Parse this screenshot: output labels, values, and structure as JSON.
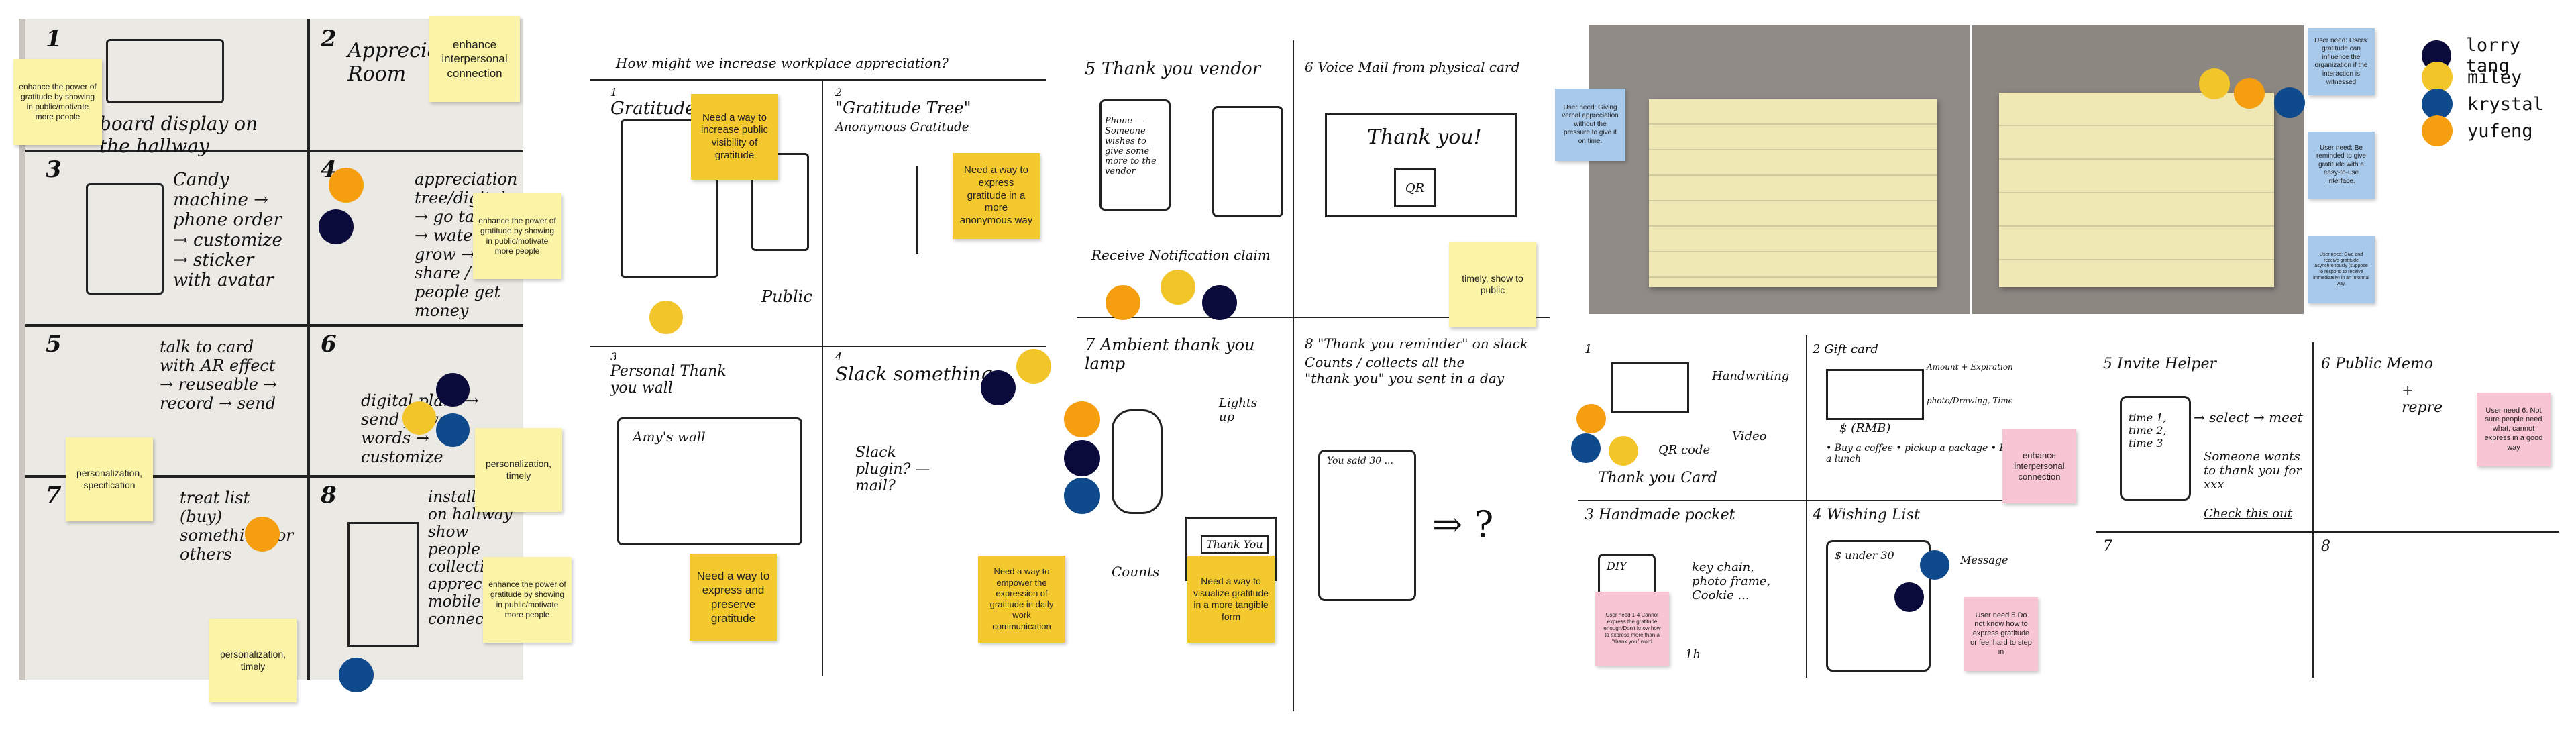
{
  "board": {
    "legend": [
      {
        "name": "lorry tang",
        "color": "#0b0b3b"
      },
      {
        "name": "miley",
        "color": "#f2c52b"
      },
      {
        "name": "krystal",
        "color": "#0f4a8c"
      },
      {
        "name": "yufeng",
        "color": "#f59e10"
      }
    ]
  },
  "panel1": {
    "sketches": [
      {
        "num": "1",
        "text": "board display on the hallway"
      },
      {
        "num": "2",
        "text": "Appreciation Room"
      },
      {
        "num": "3",
        "text": "Candy machine → phone order → customize → sticker with avatar"
      },
      {
        "num": "4",
        "text": "appreciation tree/digital → go talk to → water → grow → share / people get money"
      },
      {
        "num": "5",
        "text": "talk to card with AR effect → reuseable → record → send"
      },
      {
        "num": "6",
        "text": "digital plant → send flower words → customize"
      },
      {
        "num": "7",
        "text": "treat list (buy) something for others"
      },
      {
        "num": "8",
        "text": "installation on hallway show people collective appreciation mobile app connect"
      }
    ],
    "notes": [
      "enhance interpersonal connection",
      "enhance the power of gratitude by showing in public/motivate more people",
      "enhance the power of gratitude by showing in public/motivate more people",
      "personalization, specification",
      "personalization, timely",
      "enhance the power of gratitude by showing in public/motivate more people",
      "personalization, timely"
    ]
  },
  "panel2": {
    "question": "How might we increase workplace appreciation?",
    "cells": [
      {
        "num": "1",
        "title": "Gratitude",
        "extra": "Public"
      },
      {
        "num": "2",
        "title": "\"Gratitude Tree\"",
        "subtitle": "Anonymous Gratitude"
      },
      {
        "num": "3",
        "title": "Personal Thank you wall",
        "extra": "Amy's wall"
      },
      {
        "num": "4",
        "title": "Slack something",
        "extra": "Slack plugin? — mail?"
      }
    ],
    "notes": [
      "Need a way to increase public visibility of gratitude",
      "Need a way to express gratitude in a more anonymous way",
      "Need a way to express and preserve gratitude"
    ]
  },
  "panel3": {
    "cells": [
      {
        "num": "5",
        "title": "Thank you vendor",
        "body": "Phone — Someone wishes to give some more to the vendor",
        "extra": "Receive Notification  claim"
      },
      {
        "num": "6",
        "title": "Voice Mail from physical card",
        "extra": "Thank you!",
        "qr": "QR"
      },
      {
        "num": "7",
        "title": "Ambient thank you lamp",
        "extra": "Lights up",
        "extra2": "Counts",
        "screen": "Thank You"
      },
      {
        "num": "8",
        "title": "\"Thank you reminder\" on slack",
        "body": "Counts / collects all the \"thank you\" you sent in a day",
        "extra": "You said 30 ..."
      }
    ],
    "notes": [
      "timely, show to public",
      "Need a way to empower the expression of gratitude in daily work communication",
      "Need a way to visualize gratitude in a more tangible form"
    ]
  },
  "panel4": {
    "notes": [
      "User need: Giving verbal appreciation without the pressure to give it on time.",
      "User need: Users' gratitude can influence the organization if the interaction is witnessed",
      "User need: Be reminded to give gratitude with a easy-to-use interface.",
      "User need: Give and receive gratitude asynchronously (suppose to respond to receive immediately) in an informal way."
    ]
  },
  "panel5": {
    "cells": [
      {
        "num": "1",
        "title": "Thank you Card",
        "a": "Handwriting",
        "b": "QR code",
        "c": "Video"
      },
      {
        "num": "2",
        "title": "Gift card",
        "a": "Amount + Expiration",
        "b": "photo/Drawing, Time",
        "c": "$ (RMB)",
        "d": "• Buy a coffee  • pickup a package  • Buy a lunch"
      },
      {
        "num": "3",
        "title": "Handmade pocket",
        "a": "DIY",
        "b": "key chain, photo frame, Cookie ...",
        "c": "1h"
      },
      {
        "num": "4",
        "title": "Wishing List",
        "a": "$ under 30",
        "b": "Message"
      }
    ],
    "notes": [
      "enhance interpersonal connection",
      "User need 1-4 Cannot express the gratitude enough/Don't know how to express more than a \"thank you\" word",
      "User need 5 Do not know how to express gratitude or feel hard to step in"
    ]
  },
  "panel6": {
    "cells": [
      {
        "num": "5",
        "title": "Invite Helper",
        "a": "time 1, time 2, time 3",
        "b": "→ select → meet",
        "c": "Someone wants to thank you for xxx",
        "d": "Check this out"
      },
      {
        "num": "6",
        "title": "Public Memo",
        "a": "+ repre"
      },
      {
        "num": "7"
      },
      {
        "num": "8"
      }
    ],
    "notes": [
      "User need 6: Not sure people need what, cannot express in a good way"
    ]
  }
}
